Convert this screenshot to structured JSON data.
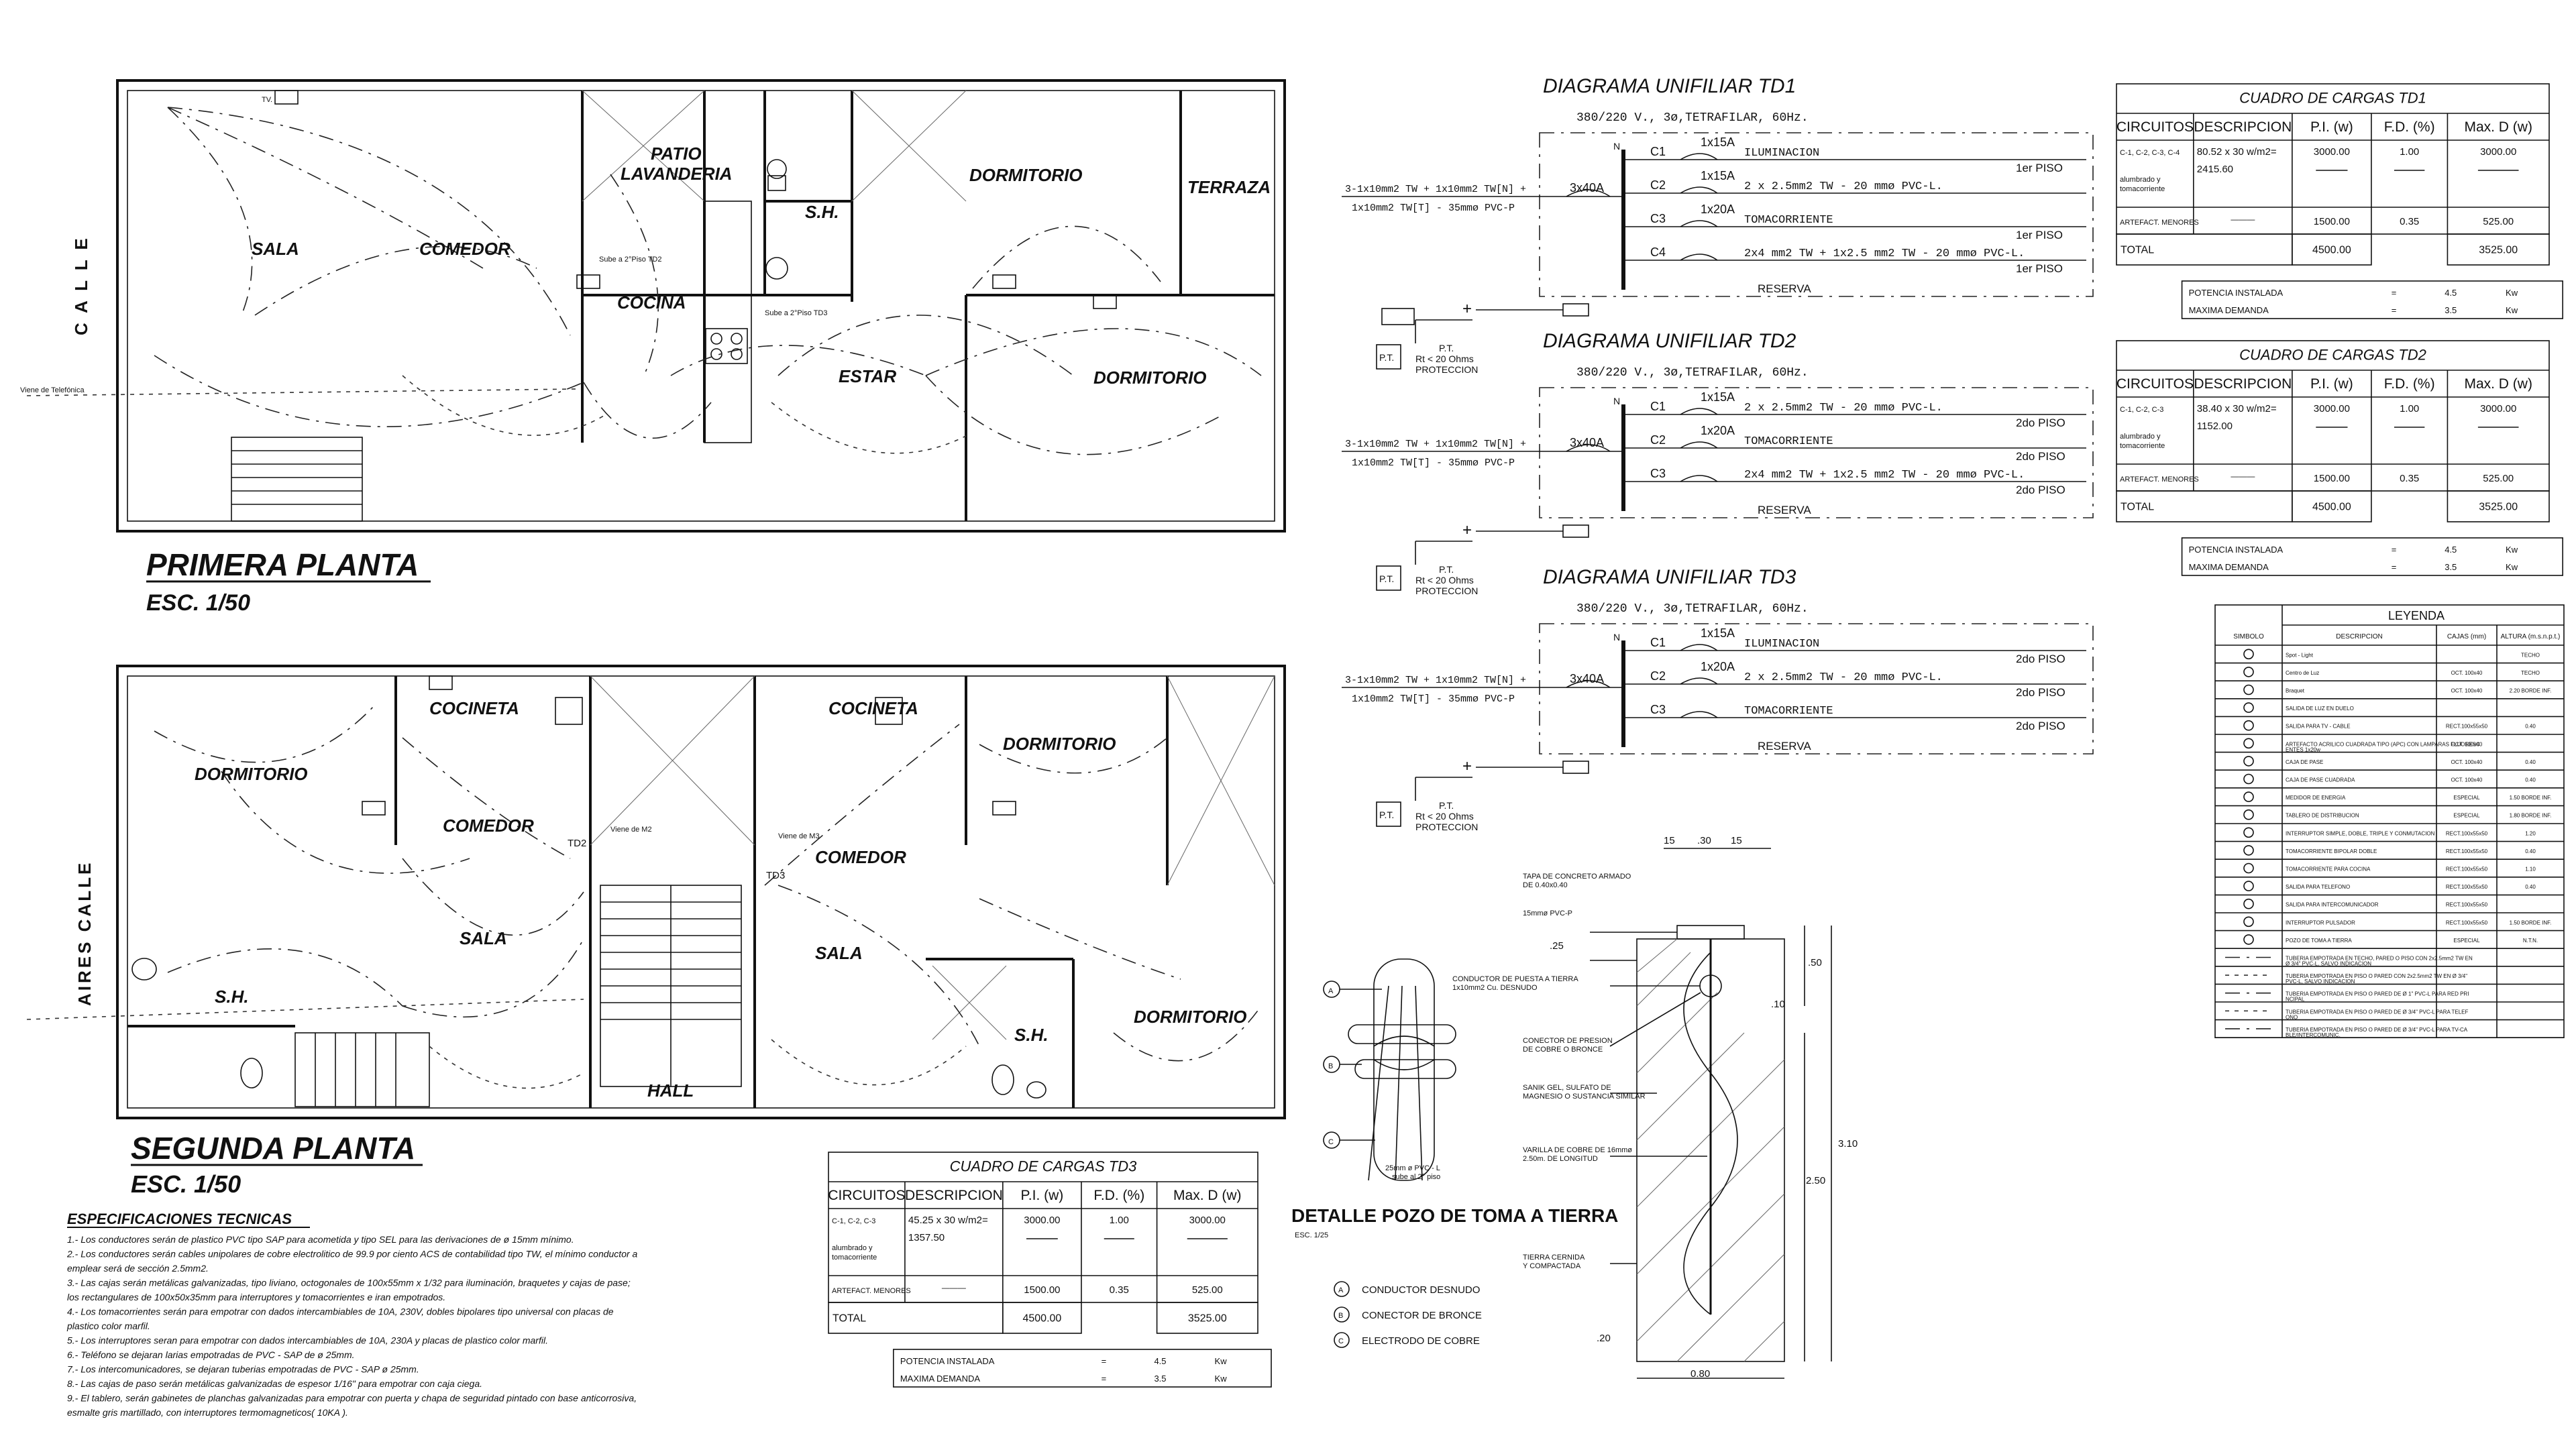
{
  "first_floor": {
    "title": "PRIMERA PLANTA",
    "scale": "ESC. 1/50",
    "street": "C A L L E",
    "rooms": {
      "sala": "SALA",
      "comedor": "COMEDOR",
      "patio": "PATIO",
      "lavanderia": "LAVANDERIA",
      "sh": "S.H.",
      "cocina": "COCINA",
      "estar": "ESTAR",
      "dormitorio1": "DORMITORIO",
      "dormitorio2": "DORMITORIO",
      "terraza": "TERRAZA"
    },
    "notes": {
      "sube_td2": "Sube a 2°Piso TD2",
      "sube_td3": "Sube a 2°Piso TD3",
      "viene": "Viene de Telefónica"
    }
  },
  "second_floor": {
    "title": "SEGUNDA PLANTA",
    "scale": "ESC. 1/50",
    "street": "AIRES   CALLE",
    "rooms": {
      "cocineta1": "COCINETA",
      "cocineta2": "COCINETA",
      "dormitorio1": "DORMITORIO",
      "dormitorio2": "DORMITORIO",
      "dormitorio3": "DORMITORIO",
      "comedor1": "COMEDOR",
      "comedor2": "COMEDOR",
      "sala1": "SALA",
      "sala2": "SALA",
      "sh1": "S.H.",
      "sh2": "S.H.",
      "hall": "HALL"
    },
    "notes": {
      "viene_m2": "Viene de M2",
      "viene_m3": "Viene de M3",
      "td2": "TD2",
      "td3": "TD3"
    }
  },
  "diagrams": [
    {
      "title": "DIAGRAMA UNIFILIAR TD1",
      "supply": "380/220 V., 3ø,TETRAFILAR, 60Hz.",
      "feed_1": "3-1x10mm2 TW + 1x10mm2 TW[N] +",
      "feed_2": "1x10mm2 TW[T] - 35mmø PVC-P",
      "main_breaker": "3x40A",
      "pt_1": "P.T.",
      "pt_2": "Rt < 20 Ohms",
      "pt_3": "PROTECCION",
      "circuits": [
        {
          "id": "C1",
          "breaker": "1x15A",
          "desc": "ILUMINACION",
          "floor": "1er PISO"
        },
        {
          "id": "C2",
          "breaker": "1x15A",
          "desc": "2 x 2.5mm2 TW - 20 mmø PVC-L.",
          "floor": ""
        },
        {
          "id": "C3",
          "breaker": "1x20A",
          "desc": "TOMACORRIENTE",
          "floor": "1er PISO"
        },
        {
          "id": "C4",
          "breaker": "",
          "desc": "2x4 mm2 TW + 1x2.5 mm2 TW - 20 mmø PVC-L.",
          "floor": "1er PISO"
        }
      ]
    },
    {
      "title": "DIAGRAMA UNIFILIAR TD2",
      "supply": "380/220 V., 3ø,TETRAFILAR, 60Hz.",
      "feed_1": "3-1x10mm2 TW + 1x10mm2 TW[N] +",
      "feed_2": "1x10mm2 TW[T] - 35mmø PVC-P",
      "main_breaker": "3x40A",
      "pt_1": "P.T.",
      "pt_2": "Rt < 20 Ohms",
      "pt_3": "PROTECCION",
      "circuits": [
        {
          "id": "C1",
          "breaker": "1x15A",
          "desc": "2 x 2.5mm2 TW - 20 mmø PVC-L.",
          "floor": "2do PISO"
        },
        {
          "id": "C2",
          "breaker": "1x20A",
          "desc": "TOMACORRIENTE",
          "floor": "2do PISO"
        },
        {
          "id": "C3",
          "breaker": "",
          "desc": "2x4 mm2 TW + 1x2.5 mm2 TW - 20 mmø PVC-L.",
          "floor": "2do PISO"
        }
      ]
    },
    {
      "title": "DIAGRAMA UNIFILIAR TD3",
      "supply": "380/220 V., 3ø,TETRAFILAR, 60Hz.",
      "feed_1": "3-1x10mm2 TW + 1x10mm2 TW[N] +",
      "feed_2": "1x10mm2 TW[T] - 35mmø PVC-P",
      "main_breaker": "3x40A",
      "pt_1": "P.T.",
      "pt_2": "Rt < 20 Ohms",
      "pt_3": "PROTECCION",
      "circuits": [
        {
          "id": "C1",
          "breaker": "1x15A",
          "desc": "ILUMINACION",
          "floor": "2do PISO"
        },
        {
          "id": "C2",
          "breaker": "1x20A",
          "desc": "2 x 2.5mm2 TW - 20 mmø PVC-L.",
          "floor": "2do PISO"
        },
        {
          "id": "C3",
          "breaker": "",
          "desc": "TOMACORRIENTE",
          "floor": "2do PISO"
        }
      ]
    }
  ],
  "extra_diagram_text": {
    "reserva": "RESERVA",
    "n": "N",
    "sect": "1er PISO"
  },
  "load_tables": [
    {
      "title": "CUADRO DE CARGAS TD1",
      "headers": [
        "CIRCUITOS",
        "DESCRIPCION",
        "P.I. (w)",
        "F.D. (%)",
        "Max. D (w)"
      ],
      "row1": {
        "circ": "C-1, C-2, C-3, C-4",
        "desc": "80.52 x 30 w/m2=",
        "desc2": "2415.60",
        "desc3": "alumbrado y tomacorriente",
        "pi": "3000.00",
        "fd": "1.00",
        "md": "3000.00"
      },
      "row2": {
        "circ": "ARTEFACT. MENORES",
        "desc": "———",
        "pi": "1500.00",
        "fd": "0.35",
        "md": "525.00"
      },
      "total": {
        "label": "TOTAL",
        "pi": "4500.00",
        "md": "3525.00"
      },
      "summary": [
        {
          "label": "POTENCIA INSTALADA",
          "eq": "=",
          "val": "4.5",
          "unit": "Kw"
        },
        {
          "label": "MAXIMA DEMANDA",
          "eq": "=",
          "val": "3.5",
          "unit": "Kw"
        }
      ]
    },
    {
      "title": "CUADRO DE CARGAS TD2",
      "headers": [
        "CIRCUITOS",
        "DESCRIPCION",
        "P.I. (w)",
        "F.D. (%)",
        "Max. D (w)"
      ],
      "row1": {
        "circ": "C-1, C-2, C-3",
        "desc": "38.40 x 30 w/m2=",
        "desc2": "1152.00",
        "desc3": "alumbrado y tomacorriente",
        "pi": "3000.00",
        "fd": "1.00",
        "md": "3000.00"
      },
      "row2": {
        "circ": "ARTEFACT. MENORES",
        "desc": "———",
        "pi": "1500.00",
        "fd": "0.35",
        "md": "525.00"
      },
      "total": {
        "label": "TOTAL",
        "pi": "4500.00",
        "md": "3525.00"
      },
      "summary": [
        {
          "label": "POTENCIA INSTALADA",
          "eq": "=",
          "val": "4.5",
          "unit": "Kw"
        },
        {
          "label": "MAXIMA DEMANDA",
          "eq": "=",
          "val": "3.5",
          "unit": "Kw"
        }
      ]
    },
    {
      "title": "CUADRO DE CARGAS TD3",
      "headers": [
        "CIRCUITOS",
        "DESCRIPCION",
        "P.I. (w)",
        "F.D. (%)",
        "Max. D (w)"
      ],
      "row1": {
        "circ": "C-1, C-2, C-3",
        "desc": "45.25 x 30 w/m2=",
        "desc2": "1357.50",
        "desc3": "alumbrado y tomacorriente",
        "pi": "3000.00",
        "fd": "1.00",
        "md": "3000.00"
      },
      "row2": {
        "circ": "ARTEFACT. MENORES",
        "desc": "———",
        "pi": "1500.00",
        "fd": "0.35",
        "md": "525.00"
      },
      "total": {
        "label": "TOTAL",
        "pi": "4500.00",
        "md": "3525.00"
      },
      "summary": [
        {
          "label": "POTENCIA INSTALADA",
          "eq": "=",
          "val": "4.5",
          "unit": "Kw"
        },
        {
          "label": "MAXIMA DEMANDA",
          "eq": "=",
          "val": "3.5",
          "unit": "Kw"
        }
      ]
    }
  ],
  "legend": {
    "title": "LEYENDA",
    "headers": [
      "SIMBOLO",
      "DESCRIPCION",
      "CAJAS (mm)",
      "ALTURA (m.s.n.p.t.)"
    ],
    "rows": [
      {
        "desc": "Spot - Light",
        "box": "",
        "h": "TECHO"
      },
      {
        "desc": "Centro de Luz",
        "box": "OCT. 100x40",
        "h": "TECHO"
      },
      {
        "desc": "Braquet",
        "box": "OCT. 100x40",
        "h": "2.20 BORDE INF."
      },
      {
        "desc": "SALIDA DE LUZ EN DUELO",
        "box": "",
        "h": ""
      },
      {
        "desc": "SALIDA PARA TV - CABLE",
        "box": "RECT.100x55x50",
        "h": "0.40"
      },
      {
        "desc": "ARTEFACTO ACRILICO CUADRADA TIPO (APC) CON LAMPARAS FLUORESCENTES 1x20w",
        "box": "OCT. 100x40",
        "h": ""
      },
      {
        "desc": "CAJA DE PASE",
        "box": "OCT. 100x40",
        "h": "0.40"
      },
      {
        "desc": "CAJA DE PASE CUADRADA",
        "box": "OCT. 100x40",
        "h": "0.40"
      },
      {
        "desc": "MEDIDOR DE ENERGIA",
        "box": "ESPECIAL",
        "h": "1.50 BORDE INF."
      },
      {
        "desc": "TABLERO DE DISTRIBUCION",
        "box": "ESPECIAL",
        "h": "1.80 BORDE INF."
      },
      {
        "desc": "INTERRUPTOR SIMPLE, DOBLE, TRIPLE Y CONMUTACION",
        "box": "RECT.100x55x50",
        "h": "1.20"
      },
      {
        "desc": "TOMACORRIENTE BIPOLAR DOBLE",
        "box": "RECT.100x55x50",
        "h": "0.40"
      },
      {
        "desc": "TOMACORRIENTE PARA COCINA",
        "box": "RECT.100x55x50",
        "h": "1.10"
      },
      {
        "desc": "SALIDA PARA TELEFONO",
        "box": "RECT.100x55x50",
        "h": "0.40"
      },
      {
        "desc": "SALIDA PARA INTERCOMUNICADOR",
        "box": "RECT.100x55x50",
        "h": ""
      },
      {
        "desc": "INTERRUPTOR PULSADOR",
        "box": "RECT.100x55x50",
        "h": "1.50 BORDE INF."
      },
      {
        "desc": "POZO DE TOMA A TIERRA",
        "box": "ESPECIAL",
        "h": "N.T.N."
      },
      {
        "desc": "TUBERIA EMPOTRADA EN TECHO, PARED O PISO CON 2x2.5mm2 TW EN Ø 3/4\" PVC-L, SALVO INDICACION",
        "box": "",
        "h": ""
      },
      {
        "desc": "TUBERIA EMPOTRADA EN PISO O PARED CON 2x2.5mm2 TW EN Ø 3/4\" PVC-L, SALVO INDICACION",
        "box": "",
        "h": ""
      },
      {
        "desc": "TUBERIA EMPOTRADA EN PISO O PARED DE Ø 1\" PVC-L PARA RED PRINCIPAL",
        "box": "",
        "h": ""
      },
      {
        "desc": "TUBERIA EMPOTRADA EN PISO O PARED DE Ø 3/4\" PVC-L PARA TELEFONO",
        "box": "",
        "h": ""
      },
      {
        "desc": "TUBERIA EMPOTRADA EN PISO O PARED DE Ø 3/4\" PVC-L PARA TV-CABLE/INTERCOMUNIC.",
        "box": "",
        "h": ""
      }
    ]
  },
  "specs": {
    "title": "ESPECIFICACIONES TECNICAS",
    "items": [
      "1.-   Los conductores serán de plastico PVC tipo SAP para acometida y tipo SEL para las derivaciones de ø 15mm mínimo.",
      "2.-   Los conductores serán cables unipolares de cobre electrolitico de 99.9 por ciento ACS de contabilidad tipo TW, el mínimo conductor a",
      "emplear será de sección 2.5mm2.",
      "3.-   Las cajas serán metálicas galvanizadas, tipo liviano, octogonales de 100x55mm x 1/32  para iluminación, braquetes y cajas de pase;",
      "los rectangulares de 100x50x35mm para interruptores y tomacorrientes e iran empotrados.",
      "4.-   Los tomacorrientes serán para empotrar con dados intercambiables de 10A, 230V, dobles bipolares tipo universal con placas de",
      "plastico color marfil.",
      "5.-   Los interruptores seran para empotrar con dados intercambiables de 10A, 230A y placas de plastico color marfil.",
      "6.-   Teléfono se dejaran larias empotradas de PVC - SAP de ø 25mm.",
      "7.-   Los intercomunicadores, se dejaran tuberias empotradas de PVC - SAP ø 25mm.",
      "8.-   Las cajas de paso serán metálicas galvanizadas de espesor 1/16\" para empotrar con caja ciega.",
      "9.-   El tablero, serán gabinetes de planchas galvanizadas para empotrar con puerta y chapa de seguridad pintado con base anticorrosiva,",
      "esmalte gris martillado, con interruptores termomagneticos( 10KA )."
    ]
  },
  "ground_detail": {
    "title": "DETALLE POZO DE TOMA A TIERRA",
    "scale": "ESC. 1/25",
    "labels": {
      "tapa": "TAPA DE CONCRETO ARMADO",
      "tapa2": "DE 0.40x0.40",
      "pvc": "15mmø PVC-P",
      "conductor": "CONDUCTOR DE PUESTA A TIERRA",
      "conductor2": "1x10mm2 Cu. DESNUDO",
      "conector": "CONECTOR DE PRESION",
      "conector2": "DE COBRE O BRONCE",
      "sanik": "SANIK GEL, SULFATO DE",
      "sanik2": "MAGNESIO O SUSTANCIA SIMILAR",
      "varilla": "VARILLA DE COBRE DE 16mmø",
      "varilla2": "2.50m. DE LONGITUD",
      "tierra": "TIERRA CERNIDA",
      "tierra2": "Y COMPACTADA",
      "tube": "25mm ø PVC - L",
      "tube2": "sube al 2° piso"
    },
    "dims": {
      "d15a": "15",
      "d30": ".30",
      "d15b": "15",
      "d25": ".25",
      "d50": ".50",
      "d10": ".10",
      "d310": "3.10",
      "d250": "2.50",
      "d20": ".20",
      "d080": "0.80"
    },
    "markers": [
      {
        "letter": "A",
        "label": "CONDUCTOR DESNUDO"
      },
      {
        "letter": "B",
        "label": "CONECTOR DE BRONCE"
      },
      {
        "letter": "C",
        "label": "ELECTRODO DE COBRE"
      }
    ]
  }
}
